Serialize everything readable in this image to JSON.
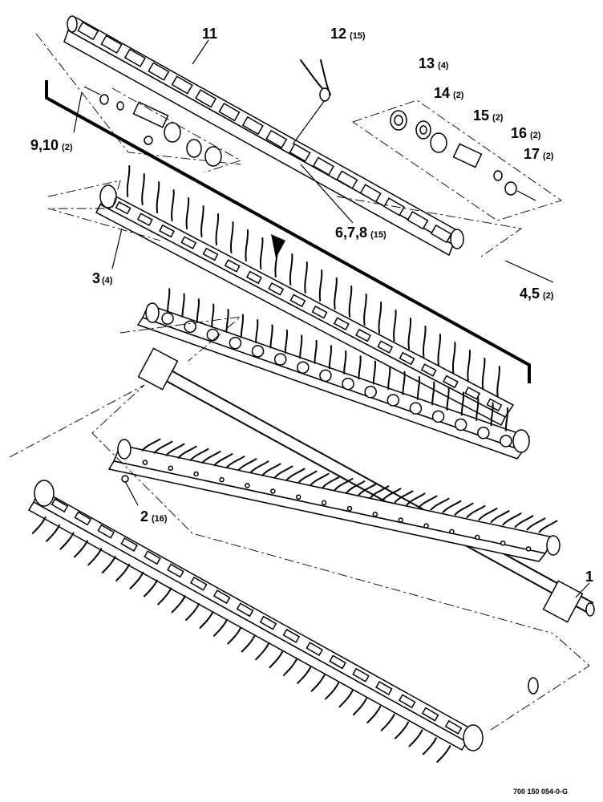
{
  "diagram": {
    "title": "",
    "drawing_number": "700 150 054-0-G",
    "callouts": [
      {
        "id": "c1",
        "number": "1",
        "qty": ""
      },
      {
        "id": "c2",
        "number": "2",
        "qty": "(16)"
      },
      {
        "id": "c3",
        "number": "3",
        "qty": "(4)"
      },
      {
        "id": "c45",
        "number": "4,5",
        "qty": "(2)"
      },
      {
        "id": "c678",
        "number": "6,7,8",
        "qty": "(15)"
      },
      {
        "id": "c910",
        "number": "9,10",
        "qty": "(2)"
      },
      {
        "id": "c11",
        "number": "11",
        "qty": ""
      },
      {
        "id": "c12",
        "number": "12",
        "qty": "(15)"
      },
      {
        "id": "c13",
        "number": "13",
        "qty": "(4)"
      },
      {
        "id": "c14",
        "number": "14",
        "qty": "(2)"
      },
      {
        "id": "c15",
        "number": "15",
        "qty": "(2)"
      },
      {
        "id": "c16",
        "number": "16",
        "qty": "(2)"
      },
      {
        "id": "c17",
        "number": "17",
        "qty": "(2)"
      }
    ]
  }
}
